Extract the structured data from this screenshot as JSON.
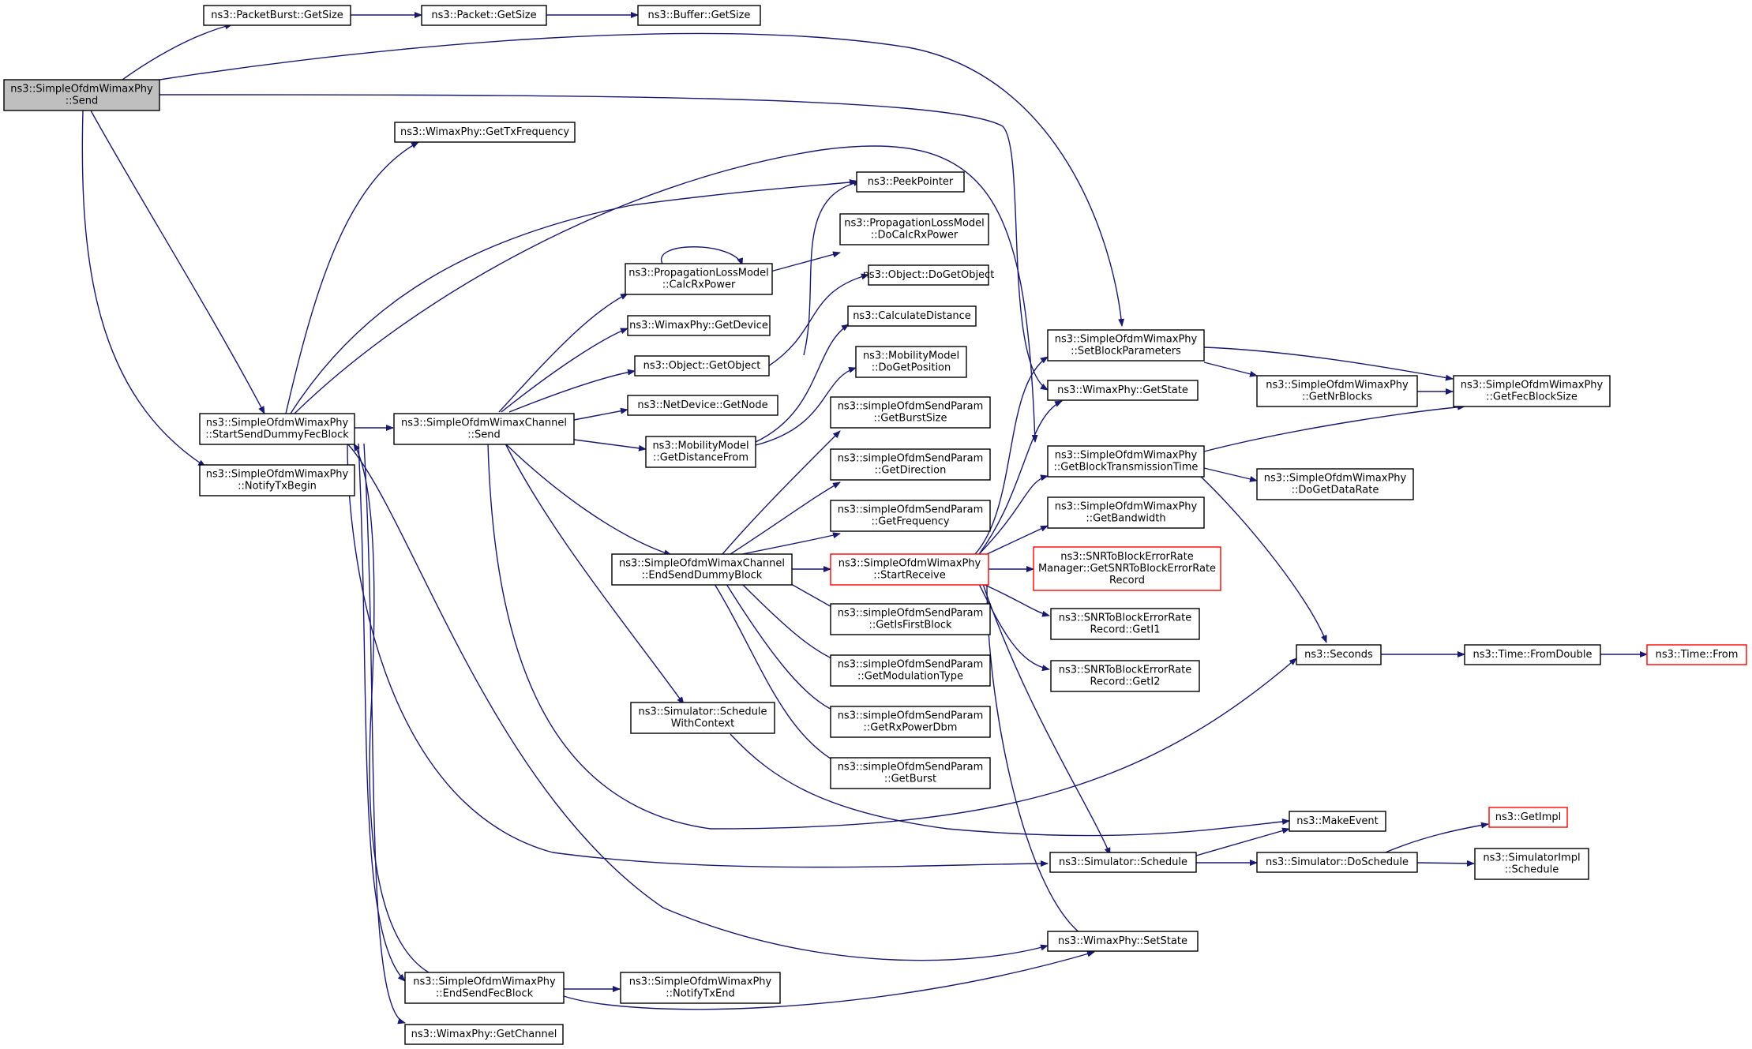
{
  "graph": {
    "colors": {
      "edge": "#191970",
      "node_border": "#000000",
      "truncated_border": "#ff0000",
      "root_fill": "#bfbfbf"
    },
    "nodes": [
      {
        "id": "send",
        "lines": [
          "ns3::SimpleOfdmWimaxPhy",
          "::Send"
        ]
      },
      {
        "id": "pbGetSize",
        "lines": [
          "ns3::PacketBurst::GetSize"
        ]
      },
      {
        "id": "pktGetSize",
        "lines": [
          "ns3::Packet::GetSize"
        ]
      },
      {
        "id": "bufGetSize",
        "lines": [
          "ns3::Buffer::GetSize"
        ]
      },
      {
        "id": "getTxFreq",
        "lines": [
          "ns3::WimaxPhy::GetTxFrequency"
        ]
      },
      {
        "id": "startSendDummy",
        "lines": [
          "ns3::SimpleOfdmWimaxPhy",
          "::StartSendDummyFecBlock"
        ]
      },
      {
        "id": "notifyTxBegin",
        "lines": [
          "ns3::SimpleOfdmWimaxPhy",
          "::NotifyTxBegin"
        ]
      },
      {
        "id": "peekPointer",
        "lines": [
          "ns3::PeekPointer"
        ]
      },
      {
        "id": "doCalcRx",
        "lines": [
          "ns3::PropagationLossModel",
          "::DoCalcRxPower"
        ]
      },
      {
        "id": "calcRx",
        "lines": [
          "ns3::PropagationLossModel",
          "::CalcRxPower"
        ]
      },
      {
        "id": "doGetObject",
        "lines": [
          "ns3::Object::DoGetObject"
        ]
      },
      {
        "id": "getDevice",
        "lines": [
          "ns3::WimaxPhy::GetDevice"
        ]
      },
      {
        "id": "calcDist",
        "lines": [
          "ns3::CalculateDistance"
        ]
      },
      {
        "id": "getObject",
        "lines": [
          "ns3::Object::GetObject"
        ]
      },
      {
        "id": "doGetPos",
        "lines": [
          "ns3::MobilityModel",
          "::DoGetPosition"
        ]
      },
      {
        "id": "getNode",
        "lines": [
          "ns3::NetDevice::GetNode"
        ]
      },
      {
        "id": "chanSend",
        "lines": [
          "ns3::SimpleOfdmWimaxChannel",
          "::Send"
        ]
      },
      {
        "id": "getDistFrom",
        "lines": [
          "ns3::MobilityModel",
          "::GetDistanceFrom"
        ]
      },
      {
        "id": "setBlockParams",
        "lines": [
          "ns3::SimpleOfdmWimaxPhy",
          "::SetBlockParameters"
        ]
      },
      {
        "id": "getState",
        "lines": [
          "ns3::WimaxPhy::GetState"
        ]
      },
      {
        "id": "getNrBlocks",
        "lines": [
          "ns3::SimpleOfdmWimaxPhy",
          "::GetNrBlocks"
        ]
      },
      {
        "id": "getFecBlockSize",
        "lines": [
          "ns3::SimpleOfdmWimaxPhy",
          "::GetFecBlockSize"
        ]
      },
      {
        "id": "getBurstSize",
        "lines": [
          "ns3::simpleOfdmSendParam",
          "::GetBurstSize"
        ]
      },
      {
        "id": "getBlockTxTime",
        "lines": [
          "ns3::SimpleOfdmWimaxPhy",
          "::GetBlockTransmissionTime"
        ]
      },
      {
        "id": "getDirection",
        "lines": [
          "ns3::simpleOfdmSendParam",
          "::GetDirection"
        ]
      },
      {
        "id": "doGetDataRate",
        "lines": [
          "ns3::SimpleOfdmWimaxPhy",
          "::DoGetDataRate"
        ]
      },
      {
        "id": "getFrequency",
        "lines": [
          "ns3::simpleOfdmSendParam",
          "::GetFrequency"
        ]
      },
      {
        "id": "getBandwidth",
        "lines": [
          "ns3::SimpleOfdmWimaxPhy",
          "::GetBandwidth"
        ]
      },
      {
        "id": "endSendDummy",
        "lines": [
          "ns3::SimpleOfdmWimaxChannel",
          "::EndSendDummyBlock"
        ]
      },
      {
        "id": "startReceive",
        "lines": [
          "ns3::SimpleOfdmWimaxPhy",
          "::StartReceive"
        ]
      },
      {
        "id": "getSnrRecord",
        "lines": [
          "ns3::SNRToBlockErrorRate",
          "Manager::GetSNRToBlockErrorRate",
          "Record"
        ]
      },
      {
        "id": "getI1",
        "lines": [
          "ns3::SNRToBlockErrorRate",
          "Record::GetI1"
        ]
      },
      {
        "id": "getIsFirstBlock",
        "lines": [
          "ns3::simpleOfdmSendParam",
          "::GetIsFirstBlock"
        ]
      },
      {
        "id": "seconds",
        "lines": [
          "ns3::Seconds"
        ]
      },
      {
        "id": "fromDouble",
        "lines": [
          "ns3::Time::FromDouble"
        ]
      },
      {
        "id": "timeFrom",
        "lines": [
          "ns3::Time::From"
        ]
      },
      {
        "id": "getModType",
        "lines": [
          "ns3::simpleOfdmSendParam",
          "::GetModulationType"
        ]
      },
      {
        "id": "getI2",
        "lines": [
          "ns3::SNRToBlockErrorRate",
          "Record::GetI2"
        ]
      },
      {
        "id": "schedCtx",
        "lines": [
          "ns3::Simulator::Schedule",
          "WithContext"
        ]
      },
      {
        "id": "getRxPower",
        "lines": [
          "ns3::simpleOfdmSendParam",
          "::GetRxPowerDbm"
        ]
      },
      {
        "id": "getBurst",
        "lines": [
          "ns3::simpleOfdmSendParam",
          "::GetBurst"
        ]
      },
      {
        "id": "makeEvent",
        "lines": [
          "ns3::MakeEvent"
        ]
      },
      {
        "id": "getImpl",
        "lines": [
          "ns3::GetImpl"
        ]
      },
      {
        "id": "schedule",
        "lines": [
          "ns3::Simulator::Schedule"
        ]
      },
      {
        "id": "doSchedule",
        "lines": [
          "ns3::Simulator::DoSchedule"
        ]
      },
      {
        "id": "implSchedule",
        "lines": [
          "ns3::SimulatorImpl",
          "::Schedule"
        ]
      },
      {
        "id": "setState",
        "lines": [
          "ns3::WimaxPhy::SetState"
        ]
      },
      {
        "id": "endSendFec",
        "lines": [
          "ns3::SimpleOfdmWimaxPhy",
          "::EndSendFecBlock"
        ]
      },
      {
        "id": "notifyTxEnd",
        "lines": [
          "ns3::SimpleOfdmWimaxPhy",
          "::NotifyTxEnd"
        ]
      },
      {
        "id": "getChannel",
        "lines": [
          "ns3::WimaxPhy::GetChannel"
        ]
      }
    ]
  }
}
